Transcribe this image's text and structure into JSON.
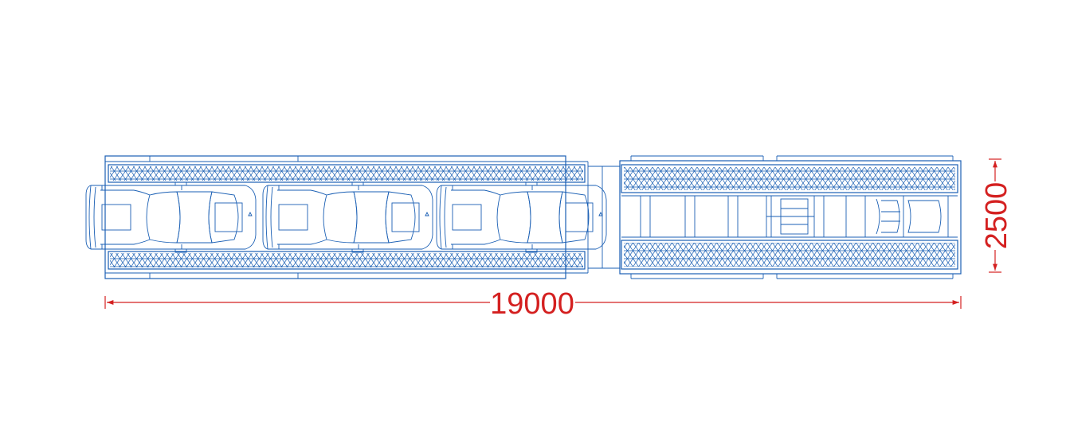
{
  "dimensions": {
    "length": "19000",
    "width": "2500"
  },
  "colors": {
    "drawing": "#1a5fb4",
    "dimension": "#d42020",
    "background": "#ffffff"
  },
  "vehicles": {
    "count": 3
  }
}
